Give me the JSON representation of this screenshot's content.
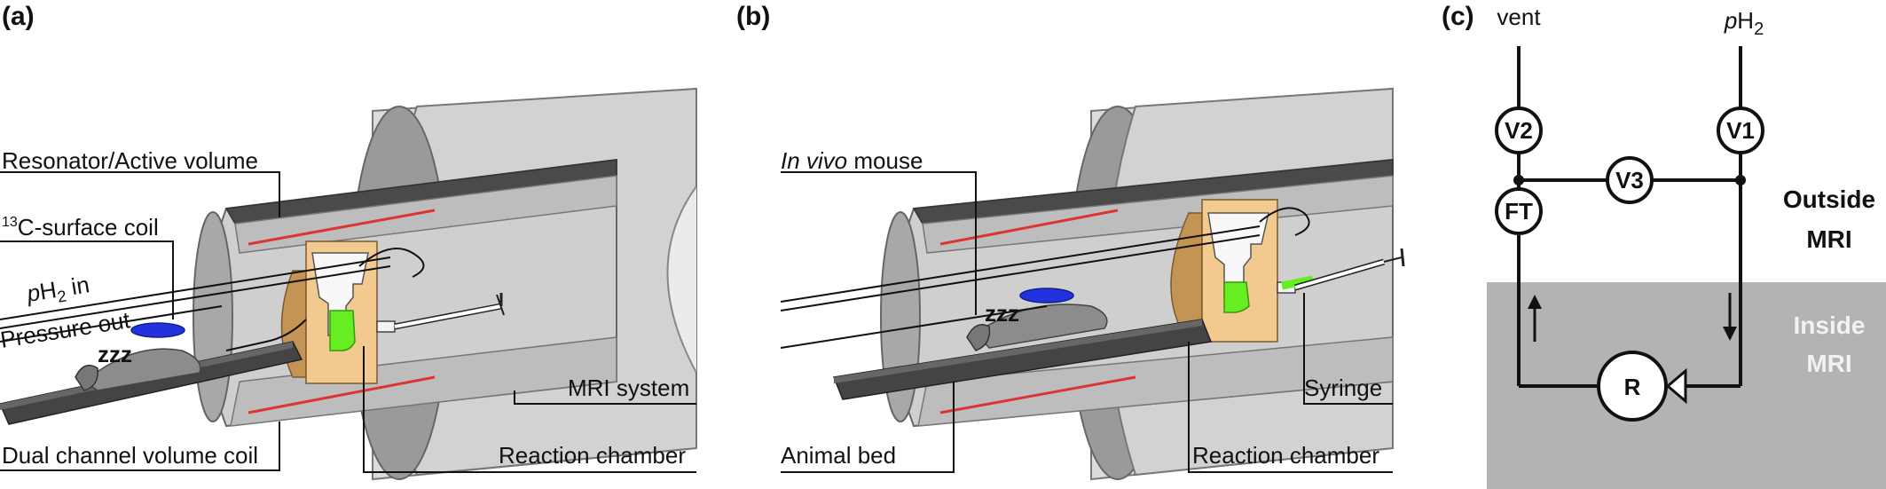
{
  "panels": {
    "a": {
      "label": "(a)",
      "resonator": "Resonator/Active volume",
      "surface_coil_sup": "13",
      "surface_coil": "C-surface coil",
      "ph2_prefix": "p",
      "ph2_main": "H",
      "ph2_sub": "2",
      "ph2_suffix": " in",
      "pressure_out": "Pressure out",
      "mri_system": "MRI system",
      "dual_coil": "Dual channel volume coil",
      "reaction_chamber": "Reaction chamber"
    },
    "b": {
      "label": "(b)",
      "in_vivo": "In vivo",
      "mouse": " mouse",
      "animal_bed": "Animal bed",
      "syringe": "Syringe",
      "reaction_chamber": "Reaction chamber"
    },
    "c": {
      "label": "(c)",
      "vent": "vent",
      "ph2_prefix": "p",
      "ph2_main": "H",
      "ph2_sub": "2",
      "nodes": {
        "v1": "V1",
        "v2": "V2",
        "v3": "V3",
        "ft": "FT",
        "r": "R"
      },
      "outside_1": "Outside",
      "outside_2": "MRI",
      "inside_1": "Inside",
      "inside_2": "MRI"
    }
  },
  "colors": {
    "bore_outer": "#a9a9a9",
    "bore_inner": "#d3d3d3",
    "bore_light": "#e4e4e4",
    "coil_dark": "#3a3a3a",
    "chamber": "#f2c98e",
    "chamber_dark": "#c49455",
    "liquid": "#66ee22",
    "mouse": "#8c8c8c",
    "surface_coil": "#2233dd",
    "accent_red": "#dd3333",
    "inside_zone": "#b3b3b3"
  }
}
